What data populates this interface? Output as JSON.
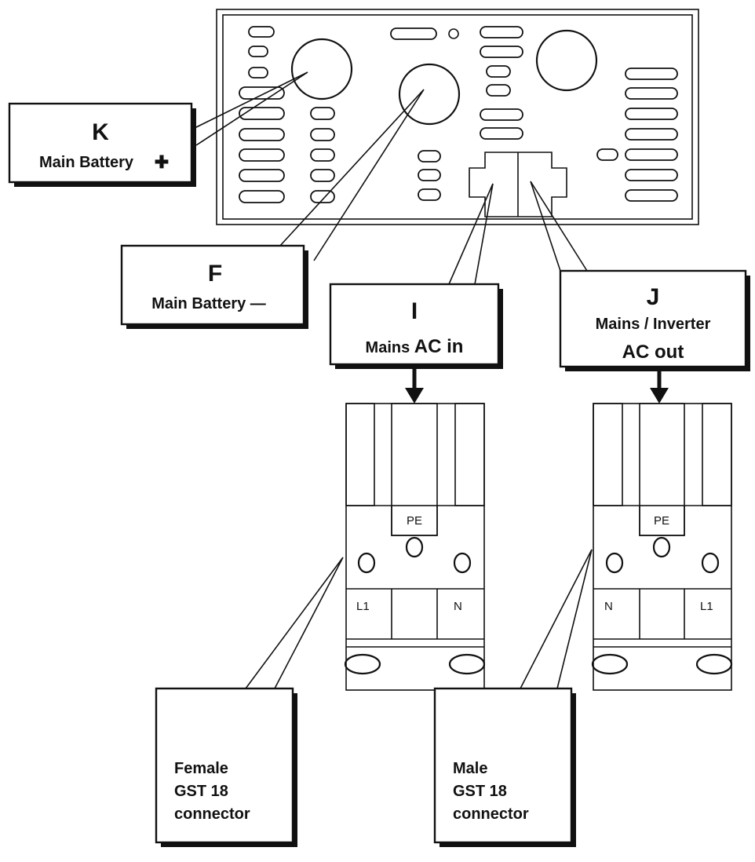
{
  "labels": {
    "k": {
      "letter": "K",
      "line1": "Main Battery",
      "symbol": "✚"
    },
    "f": {
      "letter": "F",
      "line1": "Main Battery —"
    },
    "i": {
      "letter": "I",
      "line1a": "Mains ",
      "line1b": "AC in"
    },
    "j": {
      "letter": "J",
      "line1": "Mains / Inverter",
      "line2": "AC out"
    }
  },
  "connectors": {
    "left": {
      "top_pin": "PE",
      "left_pin": "L1",
      "right_pin": "N"
    },
    "right": {
      "top_pin": "PE",
      "left_pin": "N",
      "right_pin": "L1"
    }
  },
  "callouts": {
    "female": {
      "line1": "Female",
      "line2": "GST 18",
      "line3": "connector"
    },
    "male": {
      "line1": "Male",
      "line2": "GST 18",
      "line3": "connector"
    }
  },
  "colors": {
    "ink": "#111111",
    "background": "#ffffff"
  }
}
